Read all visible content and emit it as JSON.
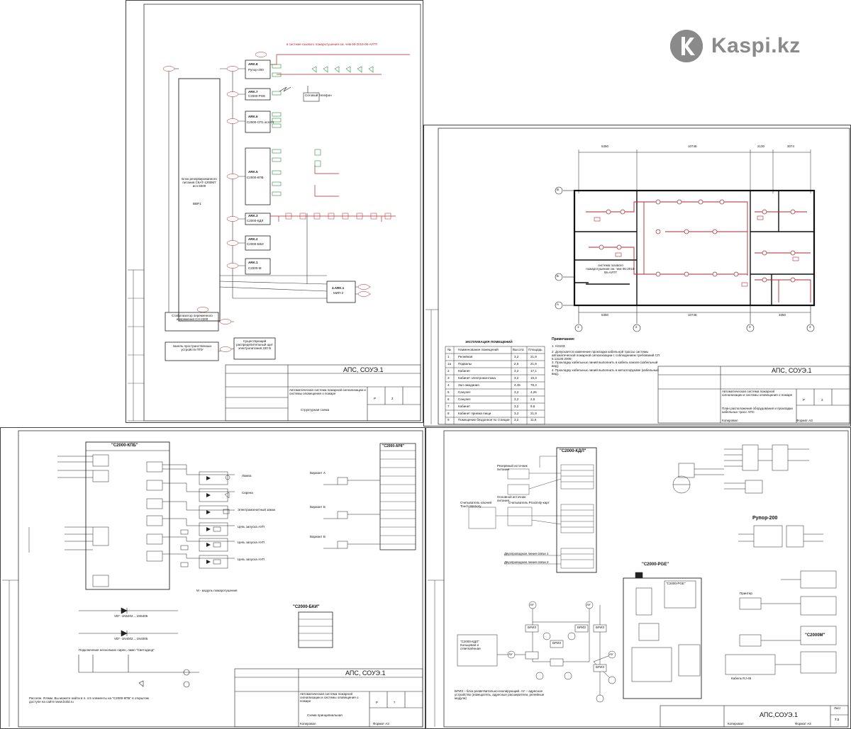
{
  "logo": {
    "text": "Kaspi.kz",
    "icon": "kaspi-logo-icon"
  },
  "sheet1": {
    "stamp_title": "АПС, СОУЭ.1",
    "stamp_sub": "Структурная схема",
    "stamp_desc": "Автоматическая система пожарной сигнализации и системы оповещения о пожаре",
    "sheet_no": "2",
    "stage": "Р",
    "blocks": [
      {
        "name": "ARK.8",
        "label": "Рупор-200"
      },
      {
        "name": "ARK.7",
        "label": "С2000-РGЕ"
      },
      {
        "name": "ARK.6",
        "label": "С2000-СП1 исп.01"
      },
      {
        "name": "ARK.5",
        "label": "С2000-КПБ"
      },
      {
        "name": "ARK.3",
        "label": "С2000-КДЛ"
      },
      {
        "name": "ARK.2",
        "label": "С2000-БКИ"
      },
      {
        "name": "ARK.1",
        "label": "С2000-М"
      },
      {
        "name": "4.ARK.1",
        "label": "МИП-2"
      }
    ],
    "power_block": "Блок резервированного питания СКАТ-1200М7 исп.5000",
    "power_block_sub": "ВВР.1",
    "stabilizer": "Стабилизатор переменного напряжения СН-2200",
    "panel": "панель пространственных устройств ППУ",
    "existing": "Существующий распределительный щит электропитания 220 В",
    "note_top": "в системе газового пожаротушения см. чем 06-2018-06-АУПТ",
    "phone": "Сотовый телефон"
  },
  "sheet2": {
    "stamp_title": "АПС, СОУЭ.1",
    "stamp_desc": "Автоматическая система пожарной сигнализации и системы оповещения о пожаре",
    "stamp_sub": "План расположения оборудования и прокладки кабельных трасс АПС",
    "sheet_no": "3",
    "stage": "Р",
    "format": "Формат А3",
    "copied": "Копировал",
    "dims_top": [
      "5350",
      "10748",
      "2130",
      "3074"
    ],
    "dims_bottom": [
      "5350",
      "10748",
      "3350"
    ],
    "axes_rows": [
      "В",
      "Б",
      "А"
    ],
    "axes_cols": [
      "1",
      "2",
      "3",
      "4"
    ],
    "notes_title": "Примечания:",
    "notes": [
      "1. Н3103;",
      "2. Допускается изменение прокладки кабельной трассы системы автоматической пожарной сигнализации с соблюдением требований СП 5.13130.2009;",
      "3. Прокладку кабельных линий выполнить в кабель канале (кабельный вид);",
      "4. Прокладку кабельных линий выполнить в металлорукаве (кабельный вид)."
    ],
    "gas_note": "система газового пожаротушения см. чем 06-2018-06-АУПТ",
    "explication_title": "ЭКСПЛИКАЦИЯ ПОМЕЩЕНИЙ",
    "explication_headers": [
      "№",
      "Наименование помещений",
      "Высота",
      "Площадь"
    ],
    "explication_rows": [
      [
        "1",
        "Релейная",
        "3,2",
        "21,9"
      ],
      [
        "1а",
        "Подвалы",
        "2,5",
        "21,9"
      ],
      [
        "2",
        "Кабинет",
        "3,2",
        "17,1"
      ],
      [
        "3",
        "Кабинет электромонтажа",
        "3,2",
        "15,3"
      ],
      [
        "4",
        "Зал ожидания",
        "4,45",
        "78,3"
      ],
      [
        "5",
        "Санузел",
        "3,2",
        "4,26"
      ],
      [
        "6",
        "Санузел",
        "3,2",
        "2,5"
      ],
      [
        "7",
        "Кабинет",
        "3,2",
        "9,6"
      ],
      [
        "8",
        "Кабинет приема пищи",
        "3,2",
        "21,9"
      ],
      [
        "9",
        "Помещение бездонное по станции",
        "3,2",
        "11,6"
      ]
    ]
  },
  "sheet3": {
    "stamp_title": "АПС, СОУЭ.1",
    "stamp_desc": "Автоматическая система пожарной сигнализации и системы оповещения о пожаре",
    "stamp_sub": "Схема принципиальная",
    "sheet_no": "7",
    "stage": "Р",
    "format": "Формат А3",
    "copied": "Копировал",
    "kpb_title": "\"С2000-КПБ\"",
    "ar8_title": "\"С2000-АР8\"",
    "bki_title": "\"С2000-БКИ\"",
    "outputs": [
      "Лампа",
      "Сирена",
      "Электромагнитный замок",
      "Цепь запуска АУП",
      "Цепь запуска АУП",
      "Цепь запуска АУП"
    ],
    "variants": [
      "Вариант А",
      "Вариант Б",
      "Вариант В"
    ],
    "footnote": "Рассеян. Я.6мм. Вы можете найти в п. 4.5 элементы на \"С2000-КПБ\" в открытом доступе на сайте www.bolid.ru",
    "relay_note": "М - модуль пожаротушения",
    "diode_label1": "VD* -1N5402... 1N5406",
    "diode_label2": "VD* -1N4002... 1N4005",
    "bottom_label": "Подключение нескольких сирен, ламп \"Светодиод\""
  },
  "sheet4": {
    "stamp_title": "АПС,СОУЭ.1",
    "sheet_no": "7.1",
    "sheet_label": "Лист",
    "copied": "Копировал",
    "format": "Формат А3",
    "kdl_title": "\"С2000-КДЛ\"",
    "rupor_title": "Рупор-200",
    "pge_title": "\"С2000-PGE\"",
    "pge_inner": "\"С2000-PGE\"",
    "m_title": "\"С2000М\"",
    "kdl_items": [
      "Резервный источник питания",
      "Основной источник питания",
      "Считыватель ключей Touch Memory",
      "Считыватель Proximity-карт",
      "Двухпроводная линия связи 1",
      "Двухпроводная линия связи 2"
    ],
    "brize_label": "БРИЗ",
    "legend": "БРИЗ – блок разветвительно-изолирующий. АУ – адресное устройство (извещатель, адресные расширители, релейные модули)",
    "c2000kdl_small": "\"С2000-КДЛ\" Кольцевая и ответвлённая",
    "tag_ay": "АУ",
    "printer_label": "Принтер",
    "cable_label": "Кабель RJ-45"
  }
}
